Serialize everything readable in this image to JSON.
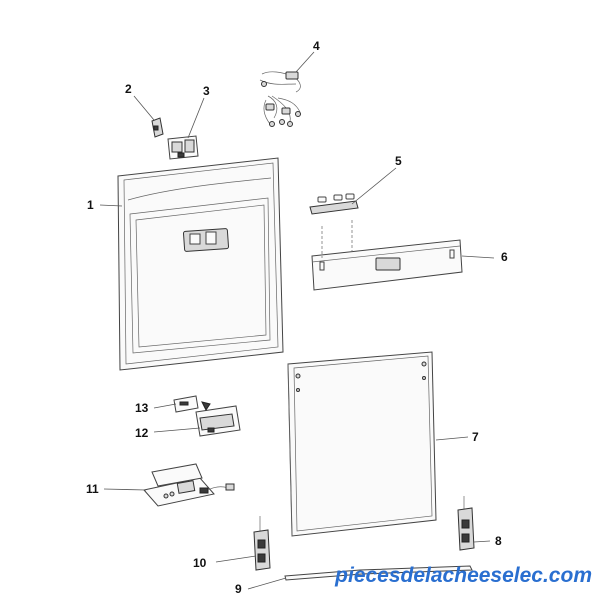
{
  "callouts": {
    "c1": "1",
    "c2": "2",
    "c3": "3",
    "c4": "4",
    "c5": "5",
    "c6": "6",
    "c7": "7",
    "c8": "8",
    "c9": "9",
    "c10": "10",
    "c11": "11",
    "c12": "12",
    "c13": "13"
  },
  "watermark": "piecesdelacheeselec.com"
}
